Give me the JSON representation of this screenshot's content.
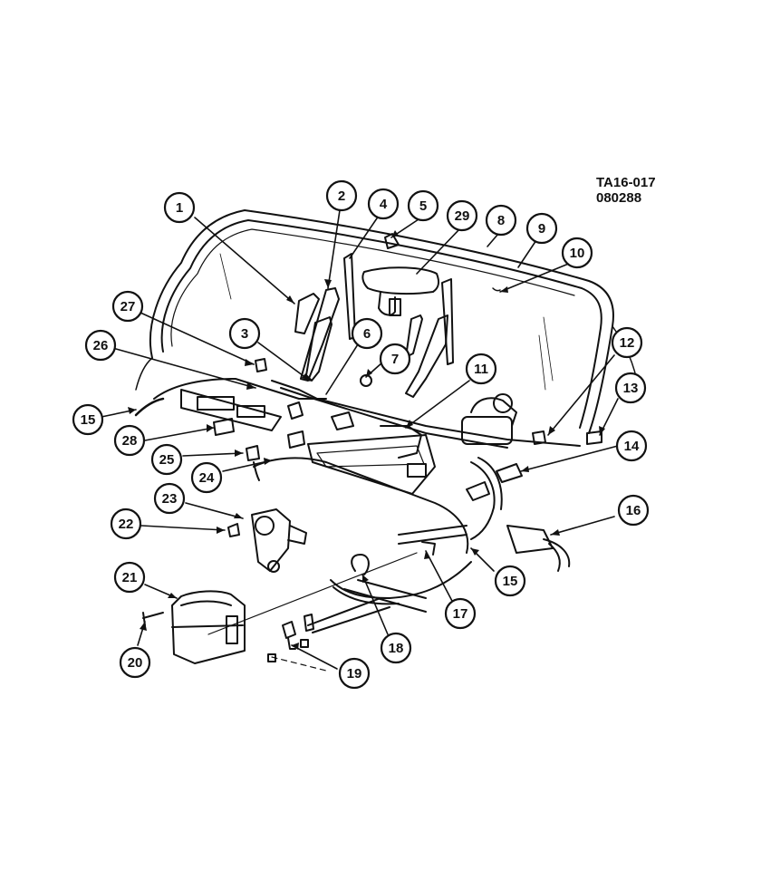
{
  "drawing": {
    "code_line1": "TA16-017",
    "code_line2": "080288"
  },
  "callouts": [
    "1",
    "2",
    "3",
    "4",
    "5",
    "6",
    "7",
    "8",
    "9",
    "10",
    "11",
    "12",
    "13",
    "14",
    "15",
    "15",
    "16",
    "17",
    "18",
    "19",
    "20",
    "21",
    "22",
    "23",
    "24",
    "25",
    "26",
    "27",
    "28",
    "29"
  ],
  "colors": {
    "ink": "#111111",
    "paper": "#ffffff"
  }
}
